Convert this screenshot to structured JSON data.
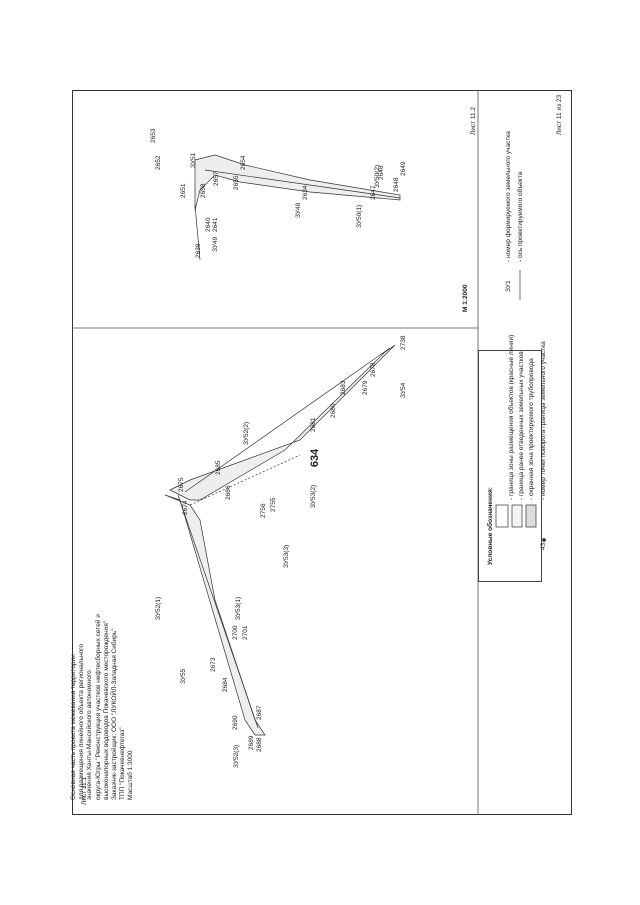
{
  "page_number": "634",
  "title_block": {
    "lines": [
      "Основная часть проекта межевания территории",
      "для размещения линейного объекта регионального",
      "значения Ханты-Мансийского автономного",
      "округа-Югры \"Реконструкция участков нефтесборных сетей и",
      "высоконапорных водоводов Покачевского месторождения\"",
      "Заказчик-застройщик: ООО \"ЛУКОЙЛ-Западная Сибирь\"",
      "ТПП \"Покачевнефтегаз\"",
      "Масштаб 1:3000"
    ]
  },
  "sheet_labels": {
    "sheet_left": "Лист 11.1",
    "sheet_right": "Лист 11.2",
    "sheet_count": "Лист 11 из 23",
    "scale": "М 1:2000"
  },
  "legend": {
    "title": "Условные обозначения:",
    "items": [
      "- граница зоны размещения объектов (красные линии)",
      "- граница ранее отведенных земельных участков",
      "- охранная зона проектируемого трубопровода",
      "- номер точки поворота границы земельного участка"
    ],
    "point_example": "43",
    "zu_example": "ЗУ1",
    "zu_items": [
      "- номер формируемого земельного участка",
      "- ось проектируемого объекта"
    ]
  },
  "plot_labels": {
    "zu55": "ЗУ55",
    "zu52_1": "ЗУ52(1)",
    "zu52_2": "ЗУ52(2)",
    "zu52_3": "ЗУ52(3)",
    "zu53_1": "ЗУ53(1)",
    "zu53_2": "ЗУ53(2)",
    "zu53_3": "ЗУ53(3)",
    "zu54": "ЗУ54",
    "zu51": "ЗУ51",
    "zu49": "ЗУ49",
    "zu48": "ЗУ48",
    "zu50_1": "ЗУ50(1)",
    "zu50_2": "ЗУ50(2)"
  },
  "point_labels": {
    "p2674": "2674",
    "p2675": "2675",
    "p2685": "2685",
    "p2686": "2686",
    "p2683": "2683",
    "p2678": "2678",
    "p2679": "2679",
    "p2680": "2680",
    "p2681": "2681",
    "p2690": "2690",
    "p2687": "2687",
    "p2688": "2688",
    "p2689": "2689",
    "p2700": "2700",
    "p2701": "2701",
    "p2673": "2673",
    "p2684": "2684",
    "p2755": "2755",
    "p2756": "2756",
    "p2651": "2651",
    "p2652": "2652",
    "p2653": "2653",
    "p2654": "2654",
    "p2655": "2655",
    "p2657": "2657",
    "p2658": "2658",
    "p2634": "2634",
    "p2639": "2639",
    "p2640": "2640",
    "p2641": "2641",
    "p2646": "2646",
    "p2647": "2647",
    "p2648": "2648",
    "p2649": "2649",
    "p2738": "2738"
  }
}
